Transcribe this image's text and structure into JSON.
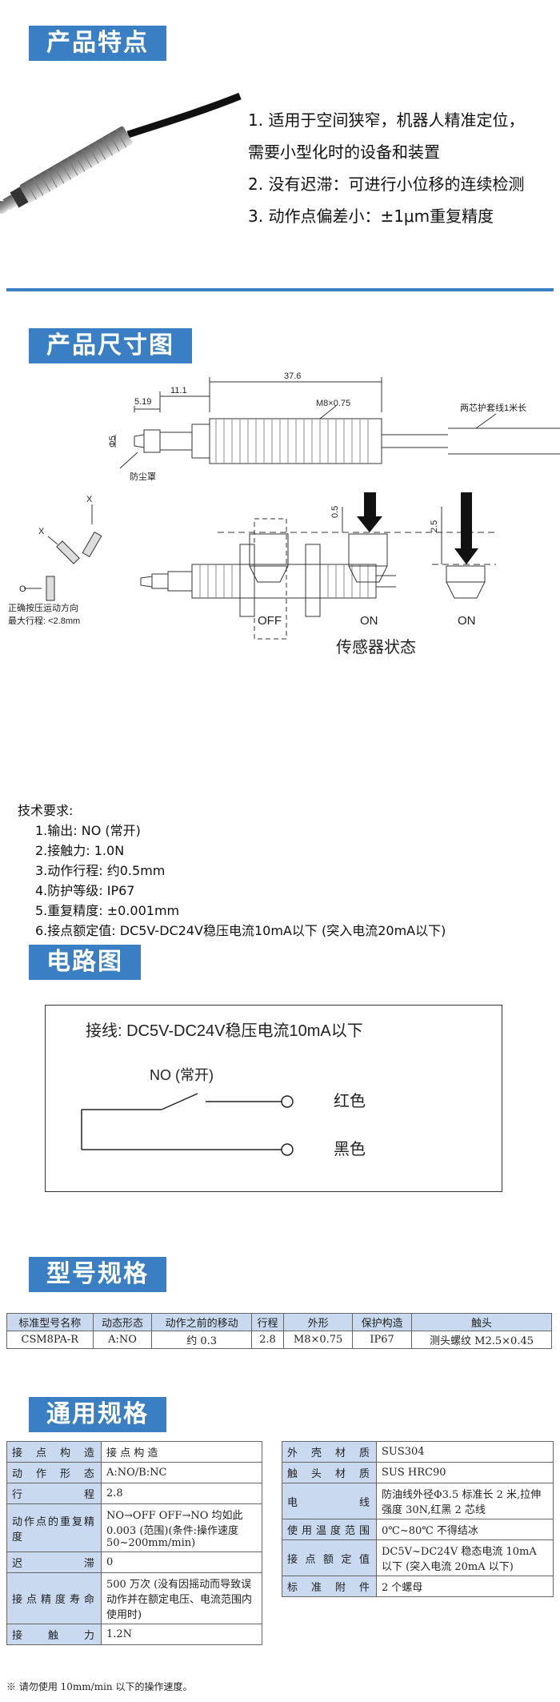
{
  "sections": {
    "features": "产品特点",
    "dimensions": "产品尺寸图",
    "circuit": "电路图",
    "model": "型号规格",
    "general": "通用规格"
  },
  "features": [
    "1. 适用于空间狭窄，机器人精准定位，",
    "需要小型化时的设备和装置",
    "2. 没有迟滞：可进行小位移的连续检测",
    "3. 动作点偏差小：±1μm重复精度"
  ],
  "drawing": {
    "dim_37_6": "37.6",
    "dim_11_1": "11.1",
    "dim_5_19": "5.19",
    "thread": "M8×0.75",
    "dia": "Φ5",
    "cable": "两芯护套线1米长",
    "dust": "防尘罩",
    "x1": "X",
    "x2": "X",
    "o": "O",
    "direction": "正确按压运动方向",
    "stroke": "最大行程: <2.8mm",
    "d05": "0.5",
    "d25": "2.5",
    "s_off": "OFF",
    "s_on1": "ON",
    "s_on2": "ON",
    "status_caption": "传感器状态"
  },
  "tech": {
    "heading": "技术要求:",
    "lines": [
      "1.输出: NO (常开)",
      "2.接触力: 1.0N",
      "3.动作行程: 约0.5mm",
      "4.防护等级: IP67",
      "5.重复精度: ±0.001mm",
      "6.接点额定值: DC5V-DC24V稳压电流10mA以下 (突入电流20mA以下)"
    ]
  },
  "circuit": {
    "wiring": "接线: DC5V-DC24V稳压电流10mA以下",
    "no": "NO (常开)",
    "red": "红色",
    "black": "黑色"
  },
  "model_table": {
    "headers": [
      "标准型号名称",
      "动态形态",
      "动作之前的移动",
      "行程",
      "外形",
      "保护构造",
      "触头"
    ],
    "row": [
      "CSM8PA-R",
      "A:NO",
      "约 0.3",
      "2.8",
      "M8×0.75",
      "IP67",
      "测头螺纹 M2.5×0.45"
    ]
  },
  "spec_left": [
    {
      "k": "接点构造",
      "v": "接 点 构 造"
    },
    {
      "k": "动作形态",
      "v": "A:NO/B:NC"
    },
    {
      "k": "行程",
      "v": "2.8"
    },
    {
      "k": "动作点的重复精度",
      "v": "NO→OFF OFF→NO 均如此 0.003 (范围)(条件:操作速度 50~200mm/min)"
    },
    {
      "k": "迟滞",
      "v": "0"
    },
    {
      "k": "接点精度寿命",
      "v": "500 万次 (没有因摇动而导致误动作并在额定电压、电流范围内使用时)"
    },
    {
      "k": "接触力",
      "v": "1.2N"
    }
  ],
  "spec_right": [
    {
      "k": "外壳材质",
      "v": "SUS304"
    },
    {
      "k": "触头材质",
      "v": "SUS HRC90"
    },
    {
      "k": "电线",
      "v": "防油线外径Φ3.5 标准长 2 米,拉伸强度 30N,红黑 2 芯线"
    },
    {
      "k": "使用温度范围",
      "v": "0℃~80℃ 不得结冰"
    },
    {
      "k": "接点额定值",
      "v": "DC5V~DC24V 稳态电流 10mA 以下 (突入电流 20mA 以下)"
    },
    {
      "k": "标准附件",
      "v": "2 个螺母"
    }
  ],
  "note": "※ 请勿使用 10mm/min 以下的操作速度。"
}
